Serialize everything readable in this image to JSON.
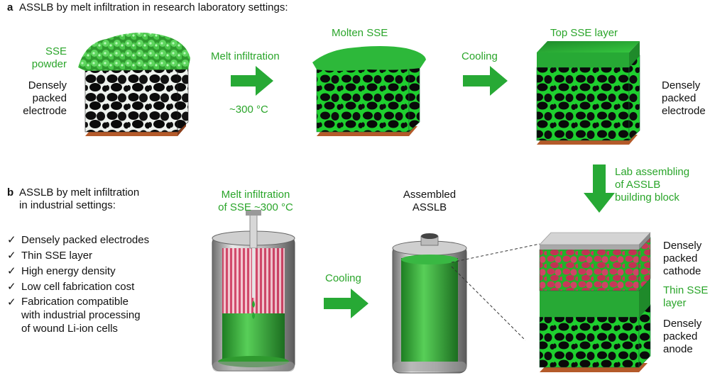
{
  "colors": {
    "sse": "#2aa52a",
    "arrow": "#27a935",
    "copper": "#b45a2a",
    "cathode": "#c8385a"
  },
  "panel_a": {
    "letter": "a",
    "title": "ASSLB by melt infiltration in research laboratory settings:",
    "sse_powder": "SSE\npowder",
    "densely_packed_electrode_left": "Densely\npacked\nelectrode",
    "melt_infiltration": "Melt infiltration",
    "temperature": "~300 °C",
    "molten_sse": "Molten SSE",
    "cooling": "Cooling",
    "top_sse_layer": "Top SSE layer",
    "densely_packed_electrode_right": "Densely\npacked\nelectrode"
  },
  "lab_assembling": "Lab assembling\nof ASSLB\nbuilding block",
  "panel_b": {
    "letter": "b",
    "title": "ASSLB by melt infiltration\nin industrial settings:",
    "checkmark": "✓",
    "checklist": [
      "Densely packed electrodes",
      "Thin SSE layer",
      "High energy density",
      "Low cell fabrication cost",
      "Fabrication compatible\nwith industrial processing\nof wound Li-ion cells"
    ],
    "melt_infiltration_sse": "Melt infiltration\nof SSE  ~300 °C",
    "cooling": "Cooling",
    "assembled_asslb": "Assembled\nASSLB",
    "cathode_label": "Densely\npacked\ncathode",
    "thin_sse_layer": "Thin SSE\nlayer",
    "anode_label": "Densely\npacked\nanode"
  }
}
